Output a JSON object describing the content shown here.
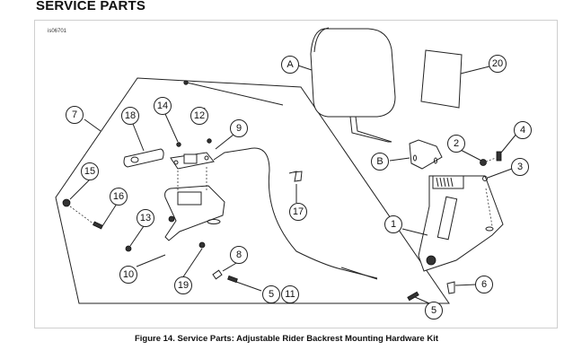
{
  "header": {
    "section_title": "SERVICE PARTS"
  },
  "figure": {
    "id_label": "is06701",
    "caption": "Figure 14. Service Parts: Adjustable Rider Backrest Mounting Hardware Kit"
  },
  "callouts": {
    "A": "A",
    "B": "B",
    "c1": "1",
    "c2": "2",
    "c3": "3",
    "c4": "4",
    "c5a": "5",
    "c5b": "5",
    "c6": "6",
    "c7": "7",
    "c8": "8",
    "c9": "9",
    "c10": "10",
    "c11": "11",
    "c12": "12",
    "c13": "13",
    "c14": "14",
    "c15": "15",
    "c16": "16",
    "c17": "17",
    "c18": "18",
    "c19": "19",
    "c20": "20"
  }
}
